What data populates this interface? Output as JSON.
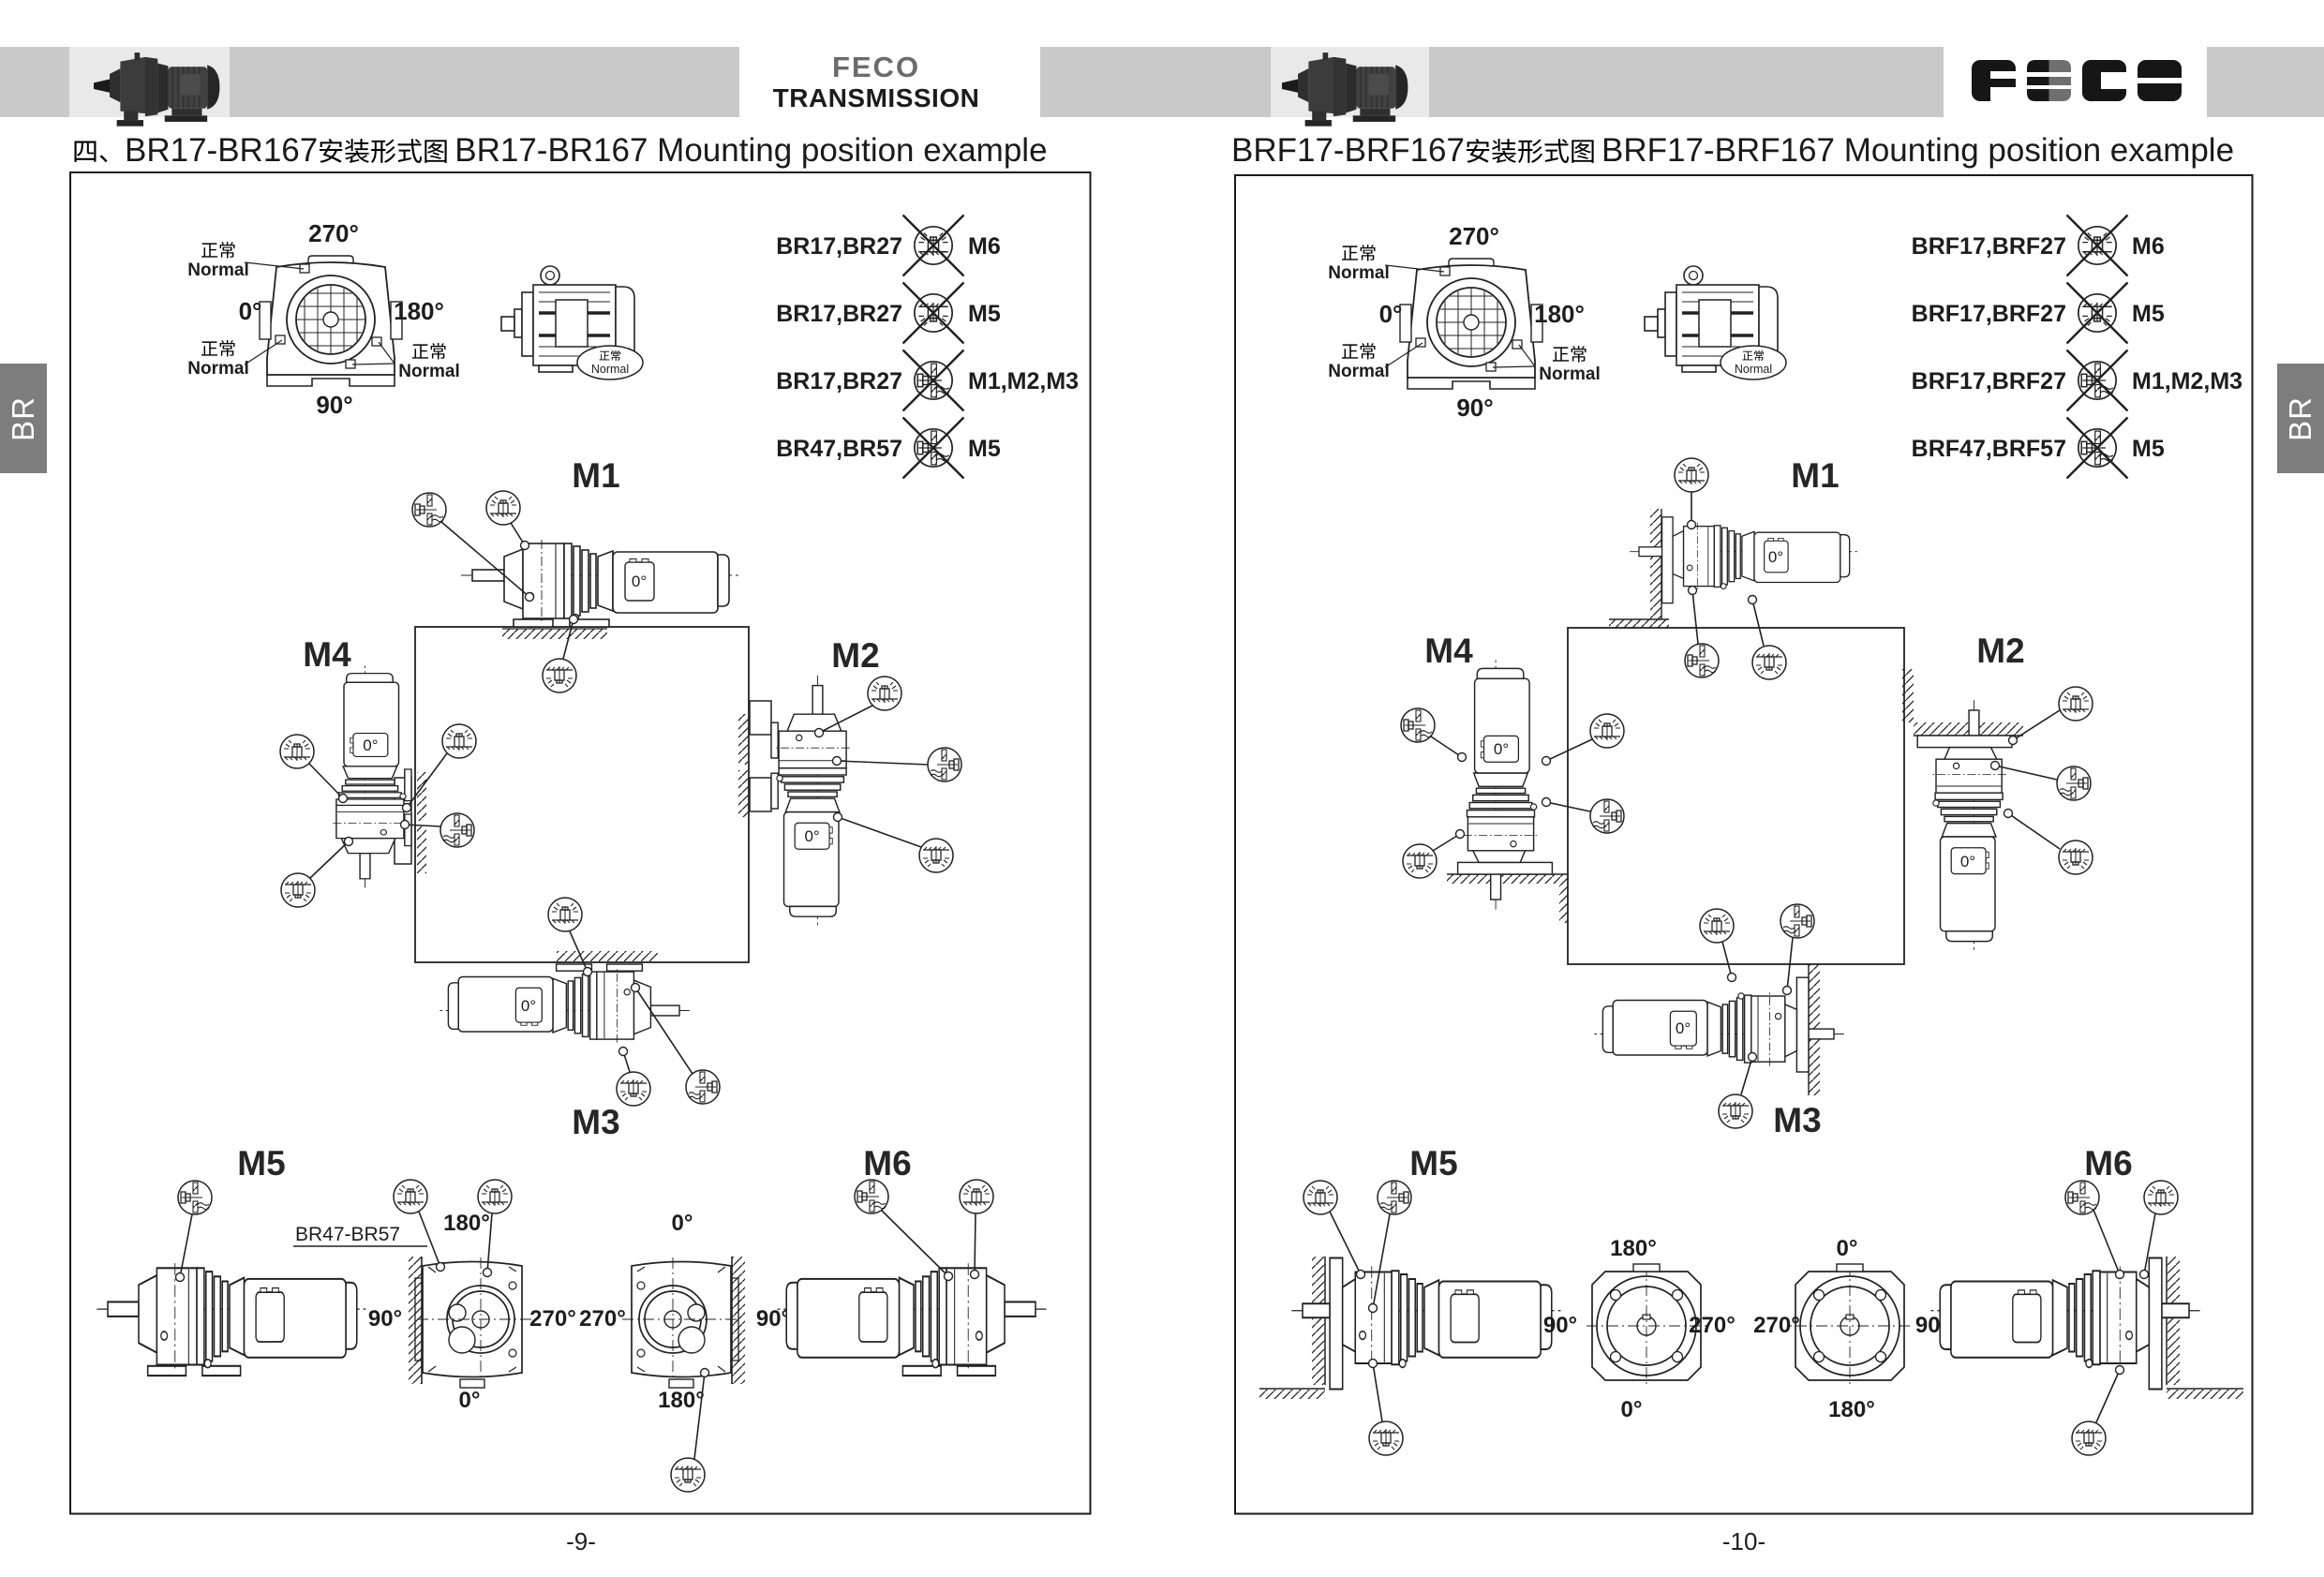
{
  "header": {
    "brand_line1": "FECO",
    "brand_line2": "TRANSMISSION",
    "logo_text": "FECO"
  },
  "tabs": {
    "left": "BR",
    "right": "BR"
  },
  "pages": [
    {
      "title": {
        "lead_zh": "四、",
        "model": "BR17-BR167",
        "zh": "安装形式图",
        "en": "BR17-BR167 Mounting position example"
      },
      "page_number": "-9-",
      "front_view": {
        "angle_top": "270°",
        "angle_left": "0°",
        "angle_right": "180°",
        "angle_bottom": "90°",
        "normal_zh": "正常",
        "normal_en": "Normal"
      },
      "restrictions": [
        {
          "models": "BR17,BR27",
          "allowed": "M6"
        },
        {
          "models": "BR17,BR27",
          "allowed": "M5"
        },
        {
          "models": "BR17,BR27",
          "allowed": "M1,M2,M3"
        },
        {
          "models": "BR47,BR57",
          "allowed": "M5"
        }
      ],
      "positions": [
        "M1",
        "M2",
        "M3",
        "M4",
        "M5",
        "M6"
      ],
      "terminal_angle": "0°",
      "size_note": "BR47-BR57",
      "dials": [
        {
          "top": "180°",
          "left": "90°",
          "right": "270°",
          "bottom": "0°"
        },
        {
          "top": "0°",
          "left": "270°",
          "right": "90°",
          "bottom": "180°"
        }
      ]
    },
    {
      "title": {
        "lead_zh": "",
        "model": "BRF17-BRF167",
        "zh": "安装形式图",
        "en": "BRF17-BRF167 Mounting position example"
      },
      "page_number": "-10-",
      "front_view": {
        "angle_top": "270°",
        "angle_left": "0°",
        "angle_right": "180°",
        "angle_bottom": "90°",
        "normal_zh": "正常",
        "normal_en": "Normal"
      },
      "restrictions": [
        {
          "models": "BRF17,BRF27",
          "allowed": "M6"
        },
        {
          "models": "BRF17,BRF27",
          "allowed": "M5"
        },
        {
          "models": "BRF17,BRF27",
          "allowed": "M1,M2,M3"
        },
        {
          "models": "BRF47,BRF57",
          "allowed": "M5"
        }
      ],
      "positions": [
        "M1",
        "M2",
        "M3",
        "M4",
        "M5",
        "M6"
      ],
      "terminal_angle": "0°",
      "dials": [
        {
          "top": "180°",
          "left": "90°",
          "right": "270°",
          "bottom": "0°"
        },
        {
          "top": "0°",
          "left": "270°",
          "right": "90°",
          "bottom": "180°"
        }
      ]
    }
  ]
}
